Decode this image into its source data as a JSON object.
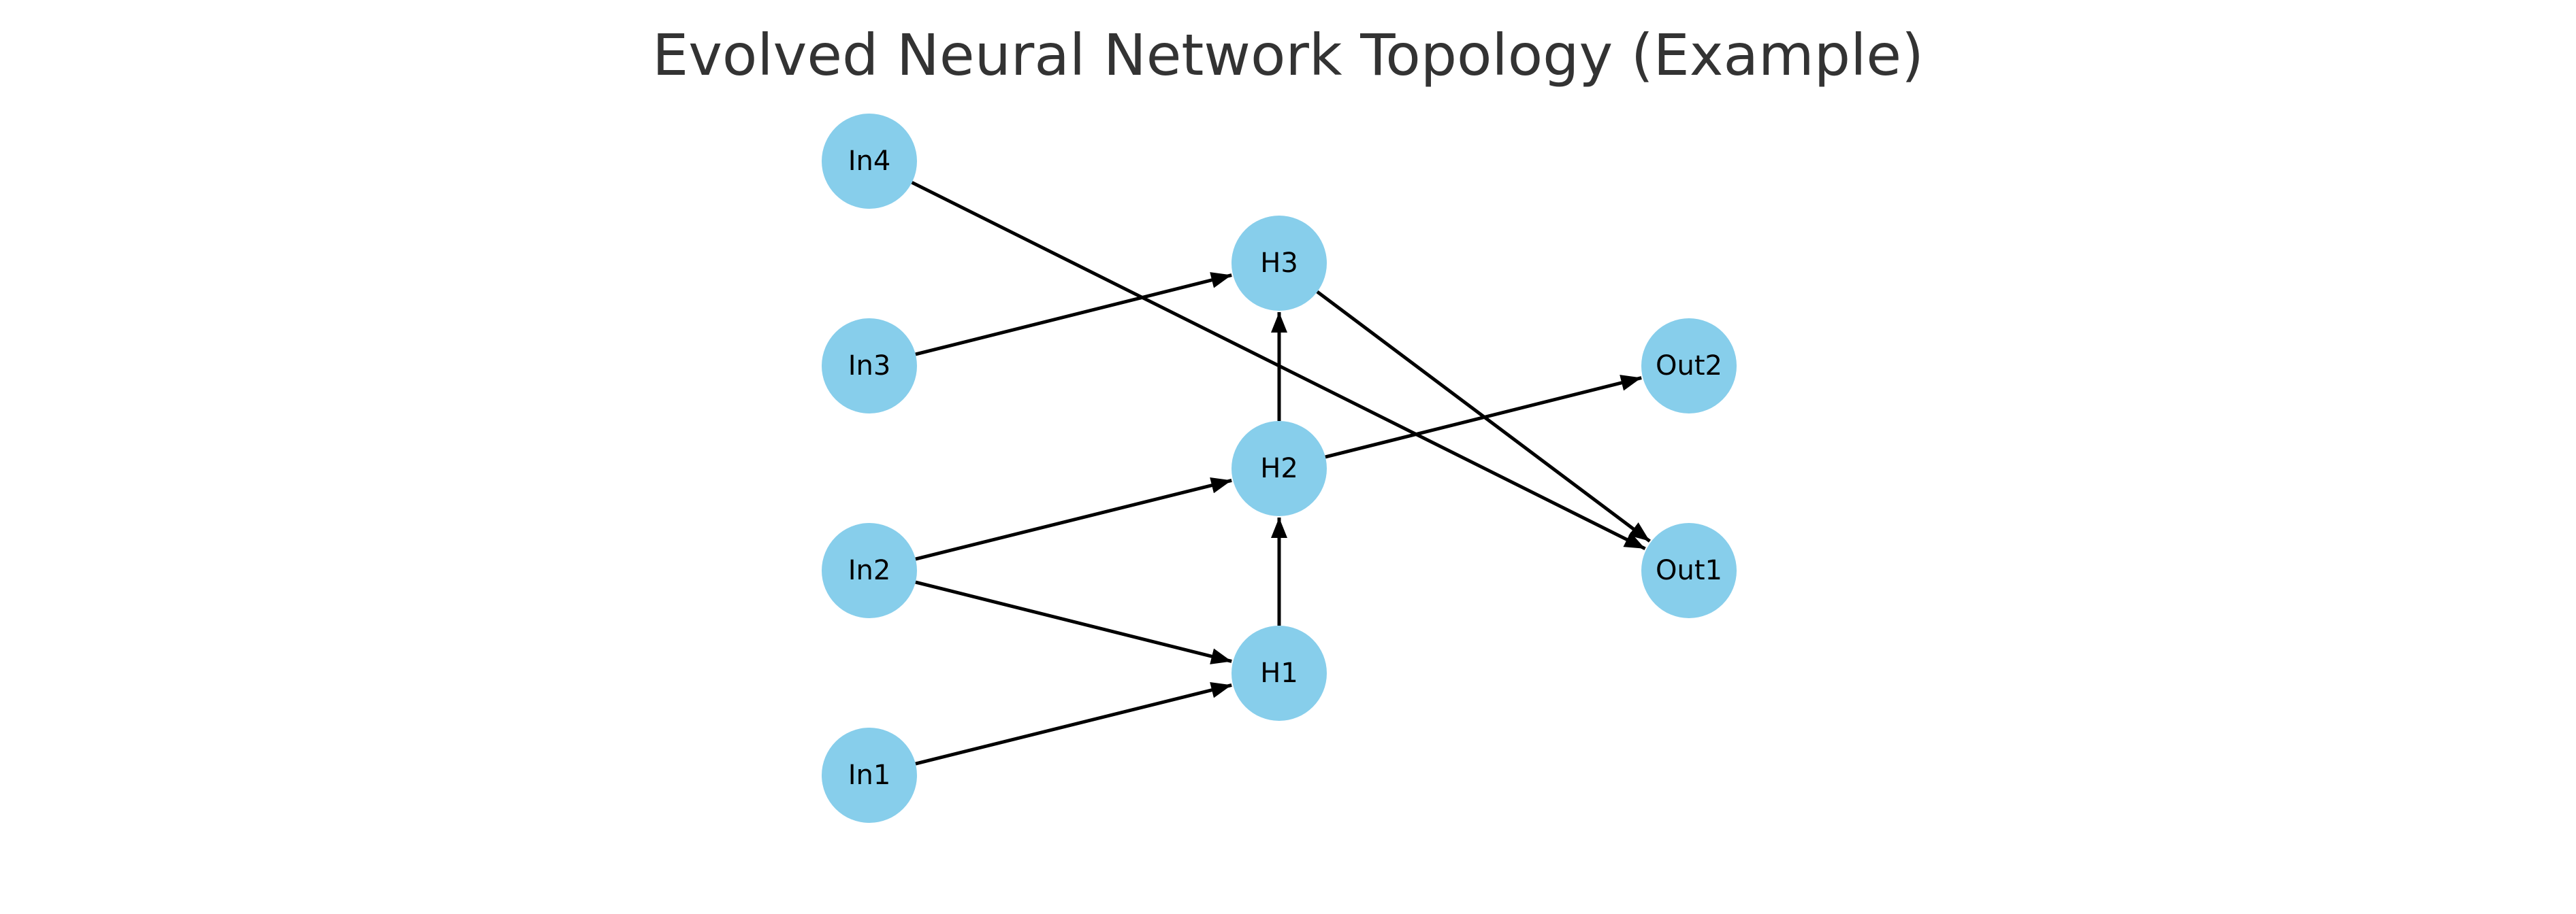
{
  "title": "Evolved Neural Network Topology (Example)",
  "colors": {
    "node_fill": "#87CEEB",
    "edge": "#000000",
    "title": "#333333"
  },
  "nodes": [
    {
      "id": "In1",
      "label": "In1",
      "layer": "input"
    },
    {
      "id": "In2",
      "label": "In2",
      "layer": "input"
    },
    {
      "id": "In3",
      "label": "In3",
      "layer": "input"
    },
    {
      "id": "In4",
      "label": "In4",
      "layer": "input"
    },
    {
      "id": "H1",
      "label": "H1",
      "layer": "hidden"
    },
    {
      "id": "H2",
      "label": "H2",
      "layer": "hidden"
    },
    {
      "id": "H3",
      "label": "H3",
      "layer": "hidden"
    },
    {
      "id": "Out1",
      "label": "Out1",
      "layer": "output"
    },
    {
      "id": "Out2",
      "label": "Out2",
      "layer": "output"
    }
  ],
  "edges": [
    {
      "from": "In1",
      "to": "H1"
    },
    {
      "from": "In2",
      "to": "H1"
    },
    {
      "from": "In2",
      "to": "H2"
    },
    {
      "from": "In3",
      "to": "H3"
    },
    {
      "from": "In4",
      "to": "Out1"
    },
    {
      "from": "H1",
      "to": "H2"
    },
    {
      "from": "H2",
      "to": "H3"
    },
    {
      "from": "H2",
      "to": "Out2"
    },
    {
      "from": "H3",
      "to": "Out1"
    }
  ]
}
